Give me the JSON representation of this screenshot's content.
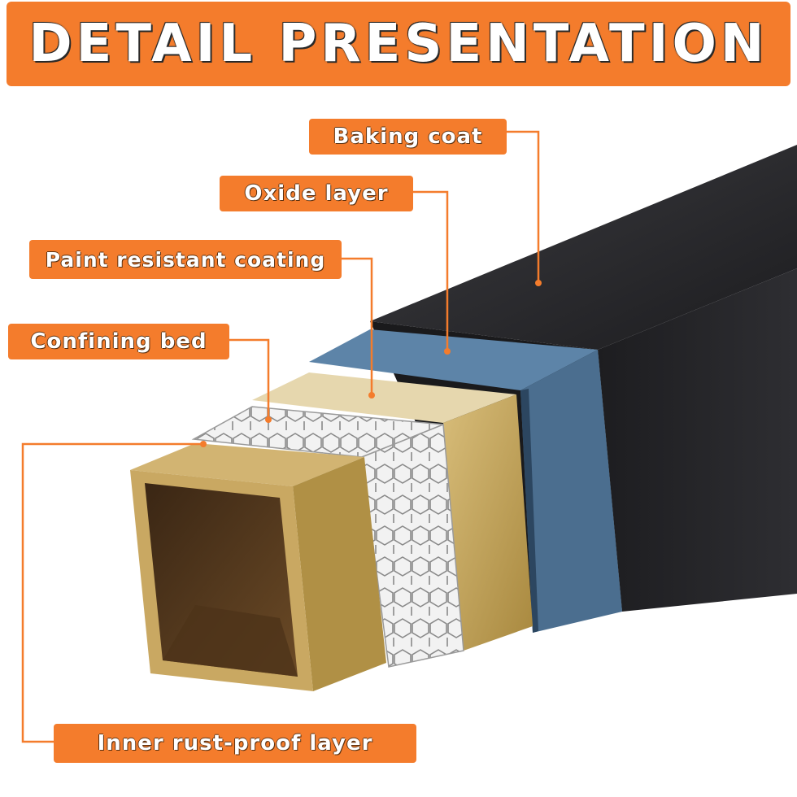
{
  "header": {
    "title": "DETAIL PRESENTATION"
  },
  "labels": {
    "baking_coat": "Baking coat",
    "oxide_layer": "Oxide layer",
    "paint_resistant_coating": "Paint resistant coating",
    "confining_bed": "Confining bed",
    "inner_rust_proof_layer": "Inner rust-proof layer"
  },
  "colors": {
    "accent": "#f47c2c",
    "leader_line": "#f47c2c",
    "baking_coat": "#2b2b2e",
    "oxide_layer": "#4b6e8f",
    "paint_coating": "#d9c9a0",
    "confining_bed": "#e6e6e6",
    "inner_layer": "#b99a55"
  }
}
